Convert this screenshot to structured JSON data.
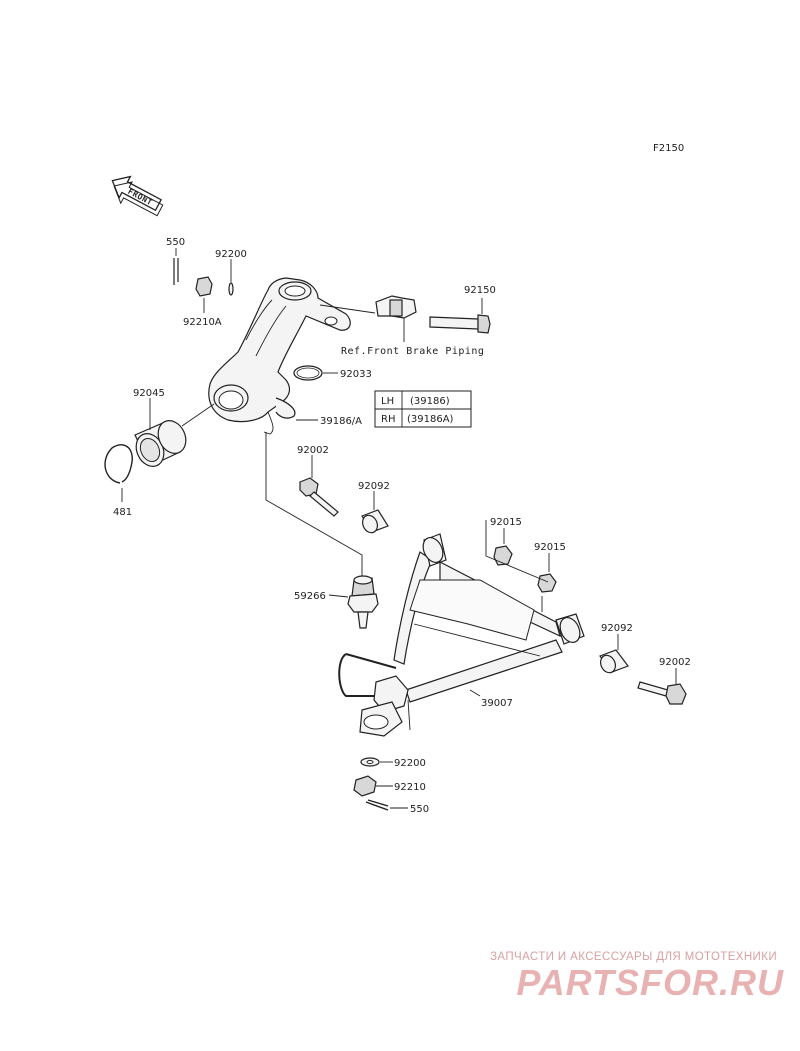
{
  "figure_code": "F2150",
  "front_arrow_label": "FRONT",
  "reference_note": "Ref.Front Brake Piping",
  "side_table": [
    {
      "side": "LH",
      "part": "(39186)"
    },
    {
      "side": "RH",
      "part": "(39186A)"
    }
  ],
  "callouts": {
    "p550_top": "550",
    "p92200_top": "92200",
    "p92210a": "92210A",
    "p92150": "92150",
    "p92033": "92033",
    "p92045": "92045",
    "p39186a": "39186/A",
    "p481": "481",
    "p92002_top": "92002",
    "p92092_top": "92092",
    "p92015_a": "92015",
    "p92015_b": "92015",
    "p59266": "59266",
    "p92092_right": "92092",
    "p92002_right": "92002",
    "p39007": "39007",
    "p92200_bottom": "92200",
    "p92210": "92210",
    "p550_bottom": "550"
  },
  "watermark": {
    "tagline": "ЗАПЧАСТИ И АКСЕССУАРЫ ДЛЯ МОТОТЕХНИКИ",
    "brand": "PARTSFOR.RU"
  }
}
